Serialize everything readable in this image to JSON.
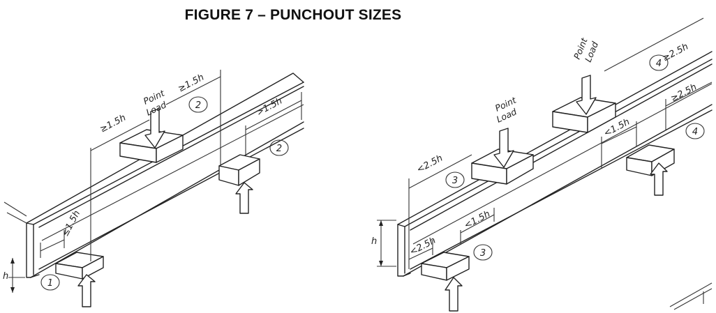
{
  "title": "FIGURE 7 – PUNCHOUT SIZES",
  "left": {
    "point_load": [
      "Point",
      "Load"
    ],
    "dim_le_1_5h": "≤1.5h",
    "dim_ge_1_5h_a": "≥1.5h",
    "dim_ge_1_5h_b": "≥1.5h",
    "dim_gt_1_5h": ">1.5h",
    "height": "h",
    "marker_1": "1",
    "marker_2a": "2",
    "marker_2b": "2"
  },
  "right": {
    "point_load_1": [
      "Point",
      "Load"
    ],
    "point_load_2": [
      "Point",
      "Load"
    ],
    "dim_lt_2_5h_a": "<2.5h",
    "dim_lt_2_5h_b": "<2.5h",
    "dim_lt_1_5h_a": "<1.5h",
    "dim_lt_1_5h_b": "<1.5h",
    "dim_ge_2_5h_a": "≥2.5h",
    "dim_ge_2_5h_b": "≥2.5h",
    "height": "h",
    "marker_3a": "3",
    "marker_3b": "3",
    "marker_4a": "4",
    "marker_4b": "4"
  }
}
